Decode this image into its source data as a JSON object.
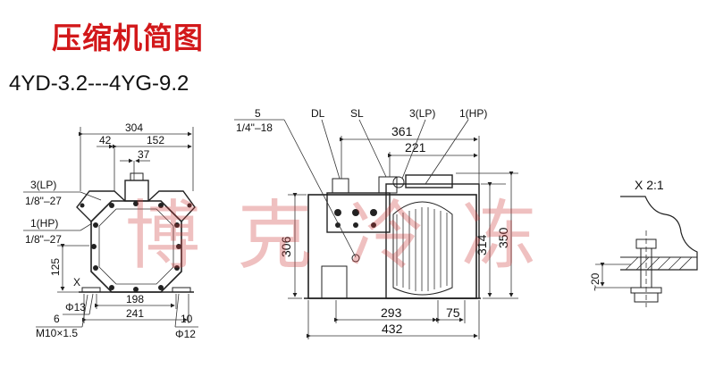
{
  "title": "压缩机简图",
  "model": "4YD-3.2---4YG-9.2",
  "watermark": [
    "博",
    "克",
    "冷",
    "冻"
  ],
  "colors": {
    "title": "#d2181a",
    "watermark": "#cd3c3c",
    "line": "#222222"
  },
  "front_view": {
    "dims": {
      "w304": "304",
      "w42": "42",
      "w152": "152",
      "w37": "37",
      "h125": "125",
      "w198": "198",
      "w241": "241",
      "x": "X"
    },
    "callouts": {
      "lp_label": "3(LP)",
      "lp_thread": "1/8\"–27",
      "hp_label": "1(HP)",
      "hp_thread": "1/8\"–27",
      "phi13": "Φ13",
      "six": "6",
      "m10": "M10×1.5",
      "ten": "10",
      "phi12": "Φ12"
    }
  },
  "side_view": {
    "dims": {
      "w361": "361",
      "w221": "221",
      "h306": "306",
      "h314": "314",
      "h350": "350",
      "w293": "293",
      "w75": "75",
      "w432": "432"
    },
    "callouts": {
      "five": "5",
      "five_thread": "1/4\"–18",
      "dl": "DL",
      "sl": "SL",
      "lp": "3(LP)",
      "hp": "1(HP)"
    }
  },
  "detail_view": {
    "label": "X 2:1",
    "dim20": "~20"
  }
}
